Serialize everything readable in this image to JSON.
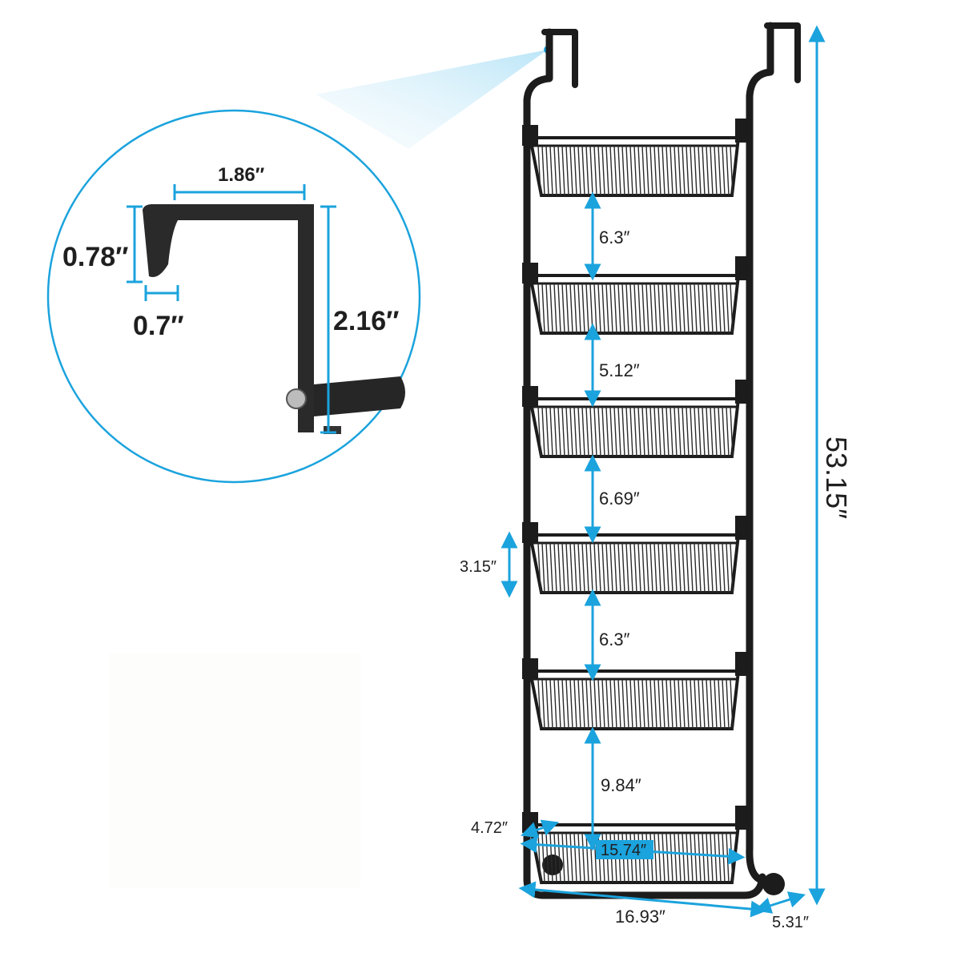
{
  "colors": {
    "dimension_line": "#1ba3dd",
    "rack_metal": "#1c1c1c",
    "callout_glow": "#bfe7f8",
    "label_highlight": "#1ba3dd"
  },
  "hook_detail": {
    "width": "1.86″",
    "lip_height": "0.78″",
    "lip_depth": "0.7″",
    "drop_height": "2.16″"
  },
  "rack": {
    "total_height": "53.15″",
    "gaps": [
      "6.3″",
      "5.12″",
      "6.69″",
      "6.3″",
      "9.84″"
    ],
    "basket_height": "3.15″",
    "basket_depth": "4.72″",
    "basket_width": "15.74″",
    "overall_width": "16.93″",
    "overall_depth": "5.31″"
  }
}
